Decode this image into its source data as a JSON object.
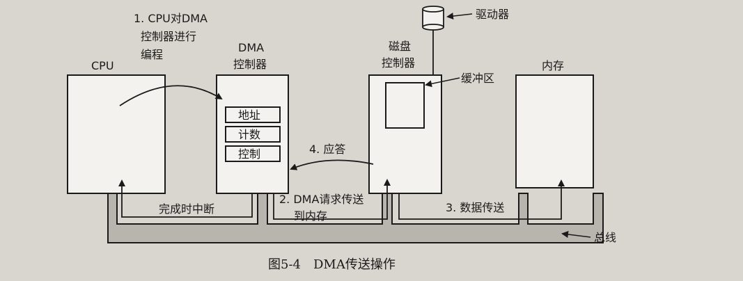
{
  "labels": {
    "cpu": "CPU",
    "dma_title_1": "DMA",
    "dma_title_2": "控制器",
    "disk_title_1": "磁盘",
    "disk_title_2": "控制器",
    "memory": "内存",
    "drive": "驱动器",
    "buffer": "缓冲区",
    "bus": "总线",
    "reg_address": "地址",
    "reg_count": "计数",
    "reg_control": "控制"
  },
  "steps": {
    "step1_line1": "1. CPU对DMA",
    "step1_line2": "控制器进行",
    "step1_line3": "编程",
    "step2_line1": "2. DMA请求传送",
    "step2_line2": "到内存",
    "step3": "3. 数据传送",
    "step4": "4. 应答",
    "interrupt": "完成时中断"
  },
  "caption": "图5-4　DMA传送操作",
  "colors": {
    "background": "#d9d6cf",
    "box_fill": "#f4f2ee",
    "bus_fill": "#b8b5ae",
    "ink": "#1a1a1a"
  }
}
